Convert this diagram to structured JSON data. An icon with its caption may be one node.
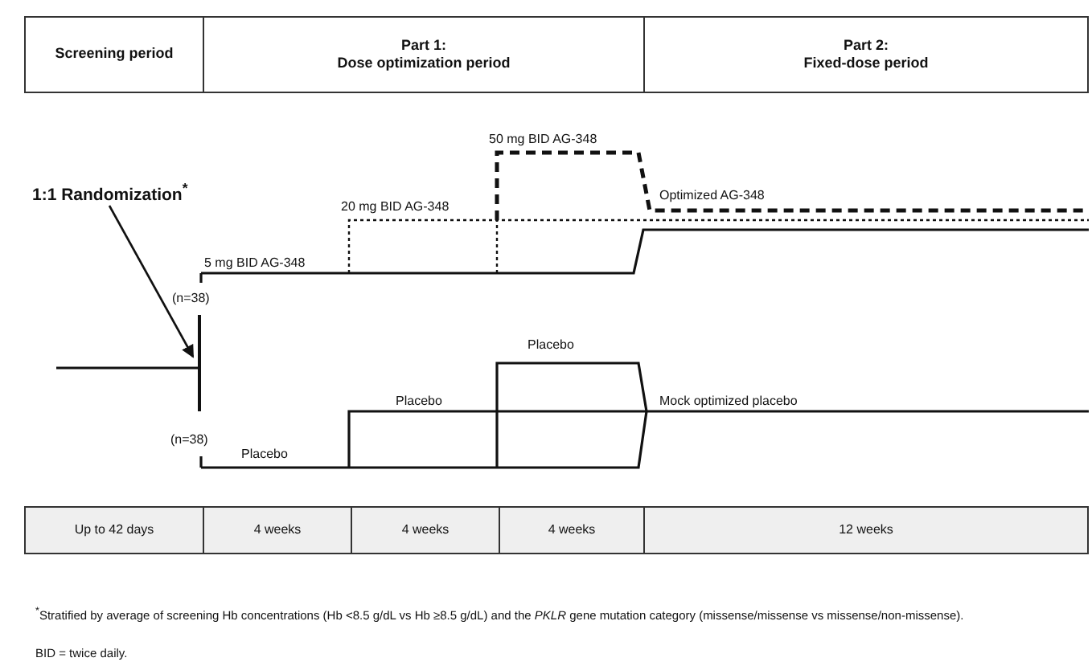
{
  "diagram": {
    "nodes": [
      {
        "text": [
          "Screening period"
        ]
      },
      {
        "text": [
          "Part 1:",
          "Dose optimization period"
        ]
      },
      {
        "text": [
          "Part 2:",
          "Fixed-dose period"
        ]
      },
      {
        "text": [
          "Up to 42 days"
        ]
      },
      {
        "text": [
          "4 weeks"
        ]
      },
      {
        "text": [
          "4 weeks"
        ]
      },
      {
        "text": [
          "4 weeks"
        ]
      },
      {
        "text": [
          "12 weeks"
        ]
      },
      {
        "text": [
          "1:1 Randomization$^{*}$"
        ]
      },
      {
        "text": [],
        "shape": "bar"
      }
    ],
    "edges": [
      {
        "from": 8,
        "to": 9,
        "arrow": "to"
      }
    ],
    "labels": [
      "50 mg BID AG-348",
      "20 mg BID AG-348",
      "Optimized AG-348",
      "5 mg BID AG-348",
      "(n=38)",
      "Placebo",
      "Placebo",
      "Mock optimized placebo",
      "(n=38)",
      "Placebo",
      "$^{*}$Stratified by average of screening Hb concentrations (Hb <8.5 g/dL vs Hb ≥8.5 g/dL) and the *PKLR* gene mutation category (missense/missense vs missense/non-missense).",
      "BID = twice daily."
    ]
  }
}
